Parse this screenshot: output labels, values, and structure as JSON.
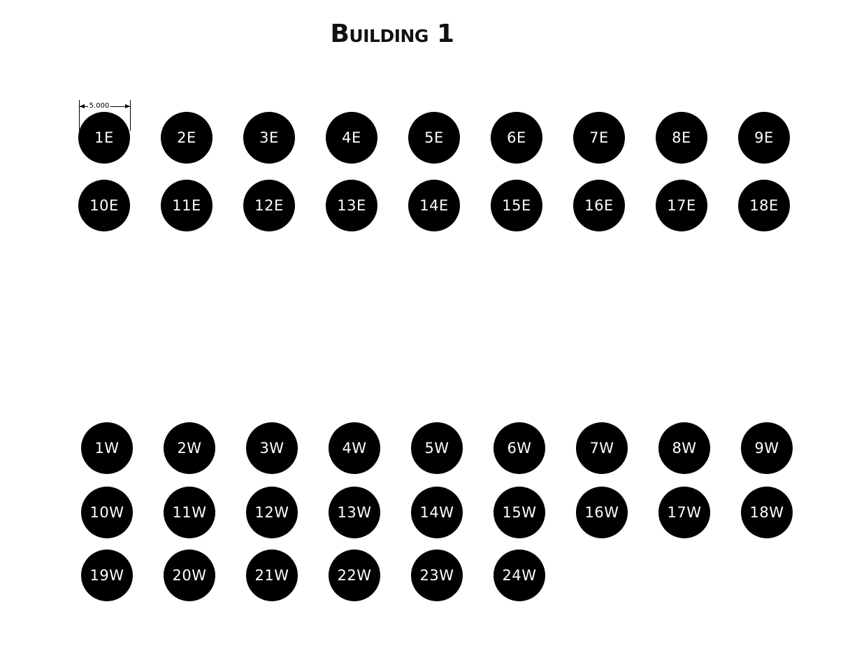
{
  "title": "Building 1",
  "dimension": {
    "label": "5.000"
  },
  "colors": {
    "tag_fill": "#000000",
    "tag_text": "#ffffff",
    "background": "#ffffff"
  },
  "east_tags": [
    "1E",
    "2E",
    "3E",
    "4E",
    "5E",
    "6E",
    "7E",
    "8E",
    "9E",
    "10E",
    "11E",
    "12E",
    "13E",
    "14E",
    "15E",
    "16E",
    "17E",
    "18E"
  ],
  "west_tags": [
    "1W",
    "2W",
    "3W",
    "4W",
    "5W",
    "6W",
    "7W",
    "8W",
    "9W",
    "10W",
    "11W",
    "12W",
    "13W",
    "14W",
    "15W",
    "16W",
    "17W",
    "18W",
    "19W",
    "20W",
    "21W",
    "22W",
    "23W",
    "24W"
  ]
}
